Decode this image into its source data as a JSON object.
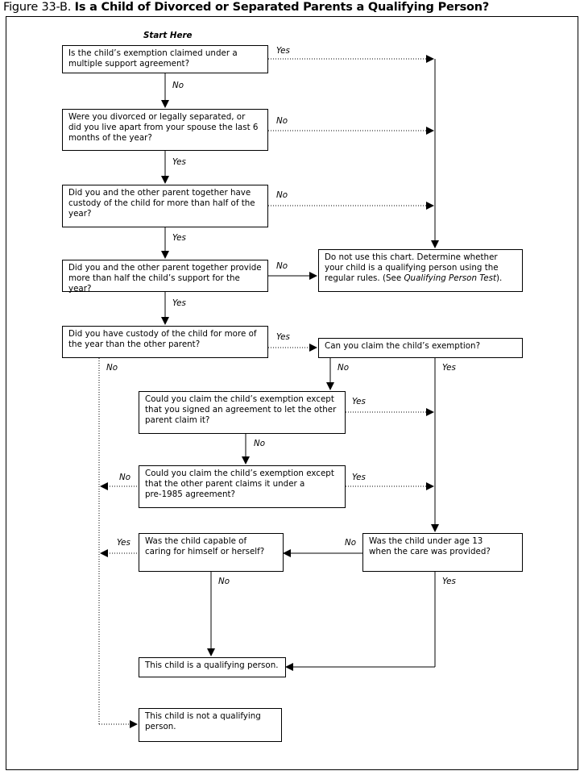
{
  "title": {
    "prefix": "Figure 33-B. ",
    "text": "Is a Child of Divorced or Separated Parents a Qualifying Person?"
  },
  "start": "Start Here",
  "boxes": {
    "q1": "Is the child’s exemption claimed under a\nmultiple support agreement?",
    "q2": "Were you divorced or legally separated, or\ndid you live apart from your spouse the last 6\nmonths of the year?",
    "q3": "Did you and the other parent together have\ncustody of the child for more than half of the\nyear?",
    "q4": "Did you and the other parent together provide\nmore than half the child’s support for the year?",
    "dnu_a": "Do not use this chart. Determine whether\nyour child is a qualifying person using the\nregular rules. (See ",
    "dnu_b": "Qualifying Person Test",
    "dnu_c": ").",
    "q5": "Did you have custody of the child for more of\nthe year than the other parent?",
    "q6": "Can you claim the child’s exemption?",
    "q7": "Could you claim the child’s exemption except\nthat you signed an agreement to let the other\nparent claim it?",
    "q8": "Could you claim the child’s exemption except\nthat the other parent claims it under a\npre-1985 agreement?",
    "q9": "Was the child under age 13\nwhen the care was provided?",
    "q10": "Was the child capable of\ncaring for himself or herself?",
    "r_yes": "This child is a qualifying person.",
    "r_no": "This child is not a qualifying\nperson."
  },
  "labels": {
    "yes": "Yes",
    "no": "No"
  }
}
